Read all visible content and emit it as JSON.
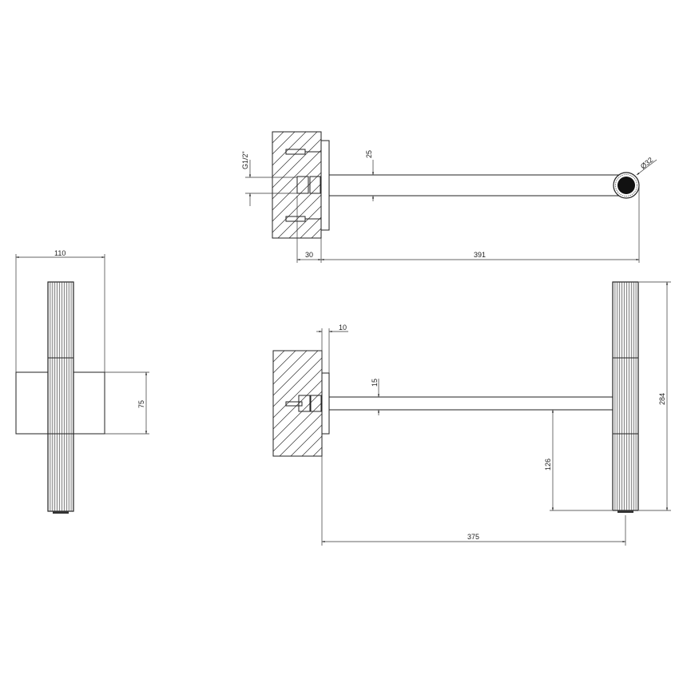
{
  "drawing": {
    "dimensions": {
      "thread": "G1/2\"",
      "pipe_dia_top": "25",
      "outlet_dia": "Ø32",
      "wall_depth": "30",
      "projection_top": "391",
      "plate_thickness": "10",
      "pipe_dia_side": "15",
      "handle_height_below": "126",
      "handle_length": "284",
      "projection_side": "375",
      "plate_width": "110",
      "plate_height": "75"
    },
    "colors": {
      "line": "#222222",
      "background": "#ffffff"
    }
  }
}
